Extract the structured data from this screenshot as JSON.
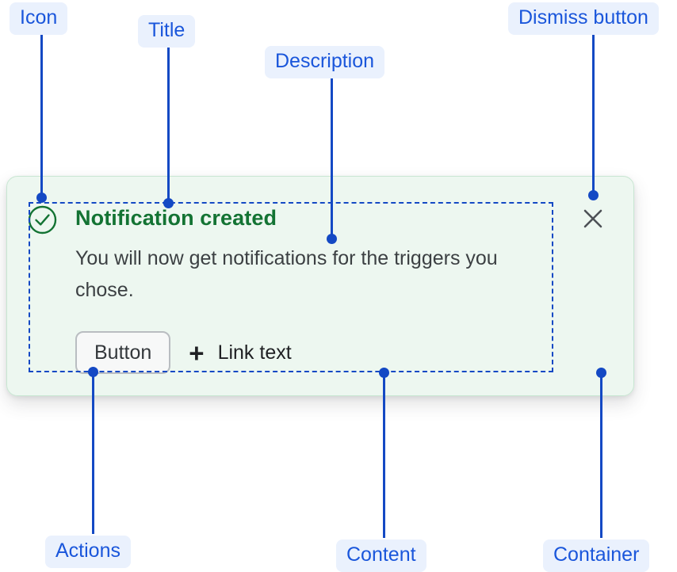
{
  "annotations": [
    {
      "key": "icon",
      "label": "Icon"
    },
    {
      "key": "title",
      "label": "Title"
    },
    {
      "key": "desc",
      "label": "Description"
    },
    {
      "key": "dismiss",
      "label": "Dismiss button"
    },
    {
      "key": "actions",
      "label": "Actions"
    },
    {
      "key": "content",
      "label": "Content"
    },
    {
      "key": "container",
      "label": "Container"
    }
  ],
  "notification": {
    "icon_name": "circle-check-icon",
    "title": "Notification created",
    "description": "You will now get notifications for the triggers you chose.",
    "actions": {
      "button_label": "Button",
      "plus_symbol": "+",
      "link_label": "Link text"
    },
    "dismiss_icon": "close-icon"
  },
  "colors": {
    "annotation_text": "#1449c4",
    "annotation_bg": "#eaf1fd",
    "card_bg": "#edf7f0",
    "card_border": "#c8e6d2",
    "title_green": "#137333",
    "description_gray": "#3c4043",
    "outline_blue": "#1449c4",
    "button_bg": "#f7f8f8",
    "button_border": "#b9bdc1"
  }
}
